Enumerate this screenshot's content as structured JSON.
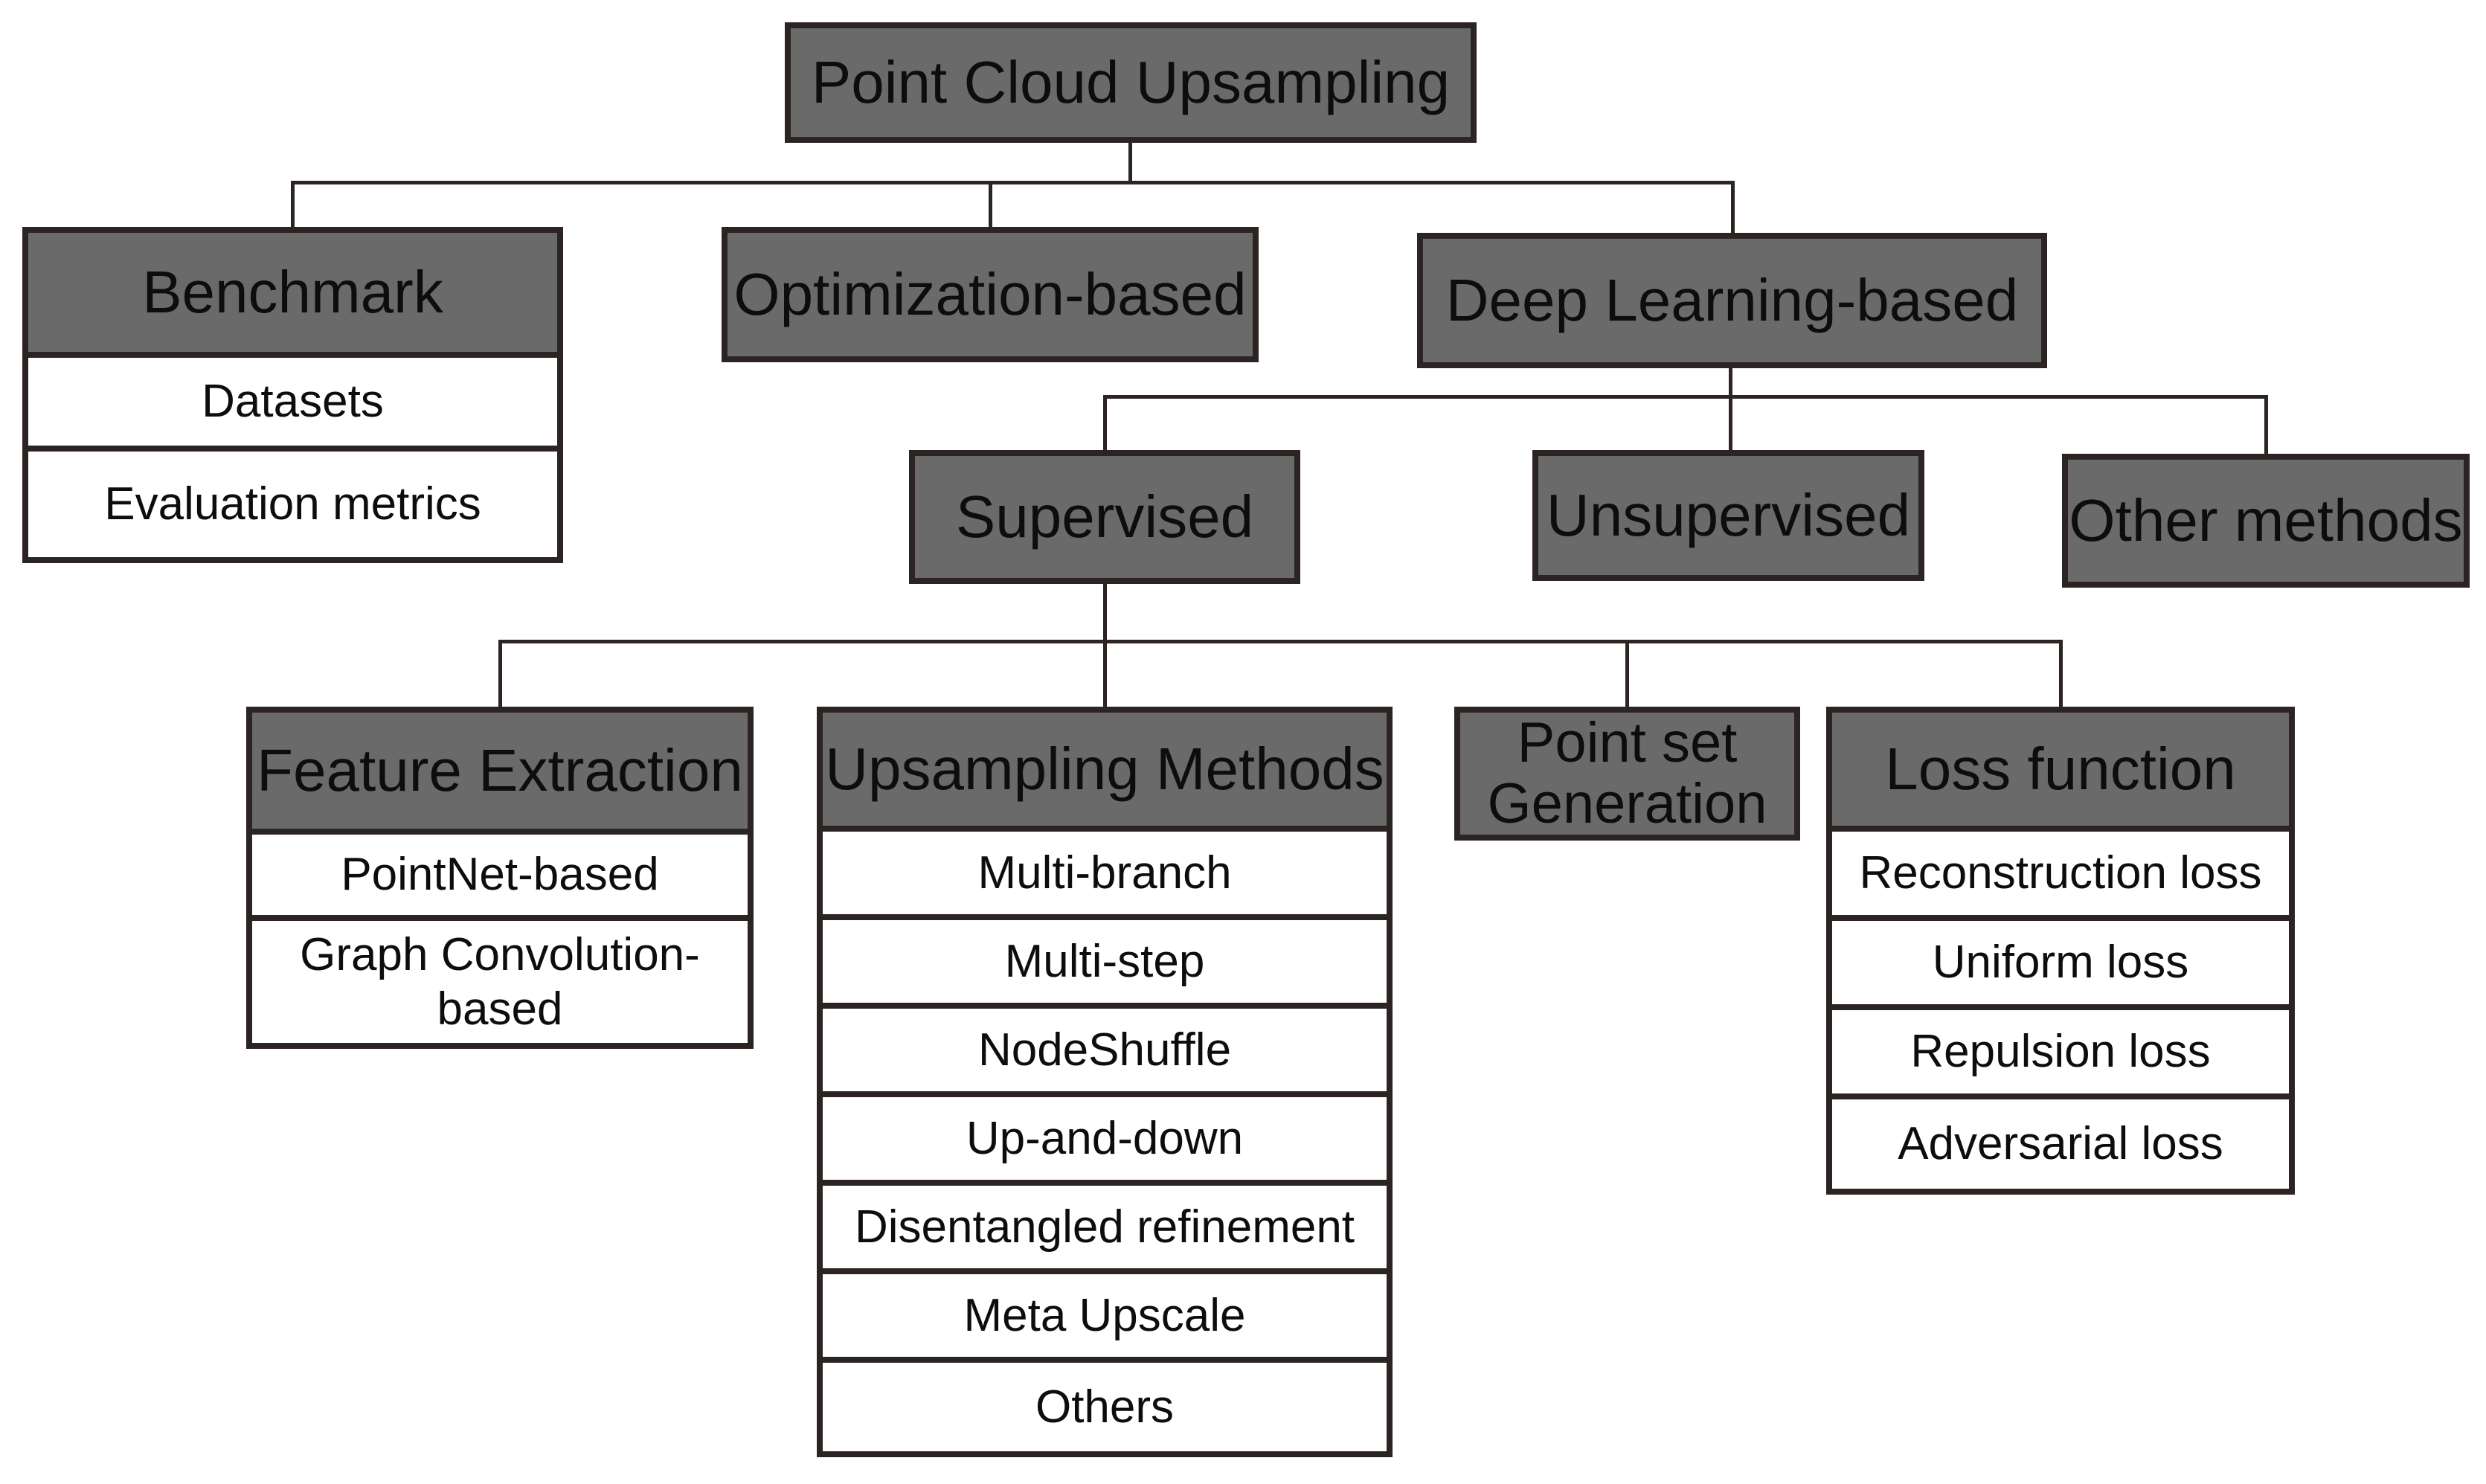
{
  "colors": {
    "box_fill": "#6a6a6a",
    "border": "#2b2422",
    "text": "#0d0d0d",
    "bg": "#ffffff"
  },
  "root": {
    "label": "Point Cloud Upsampling"
  },
  "level2": {
    "benchmark": {
      "label": "Benchmark",
      "items": [
        "Datasets",
        "Evaluation metrics"
      ]
    },
    "optimization": {
      "label": "Optimization-based"
    },
    "deep_learning": {
      "label": "Deep Learning-based"
    }
  },
  "level3": {
    "supervised": {
      "label": "Supervised"
    },
    "unsupervised": {
      "label": "Unsupervised"
    },
    "other_methods": {
      "label": "Other methods"
    }
  },
  "level4": {
    "feature_extraction": {
      "label": "Feature Extraction",
      "items": [
        "PointNet-based",
        "Graph Convolution-based"
      ]
    },
    "upsampling_methods": {
      "label": "Upsampling Methods",
      "items": [
        "Multi-branch",
        "Multi-step",
        "NodeShuffle",
        "Up-and-down",
        "Disentangled refinement",
        "Meta Upscale",
        "Others"
      ]
    },
    "point_set_generation": {
      "label": "Point set Generation"
    },
    "loss_function": {
      "label": "Loss function",
      "items": [
        "Reconstruction loss",
        "Uniform loss",
        "Repulsion loss",
        "Adversarial loss"
      ]
    }
  }
}
